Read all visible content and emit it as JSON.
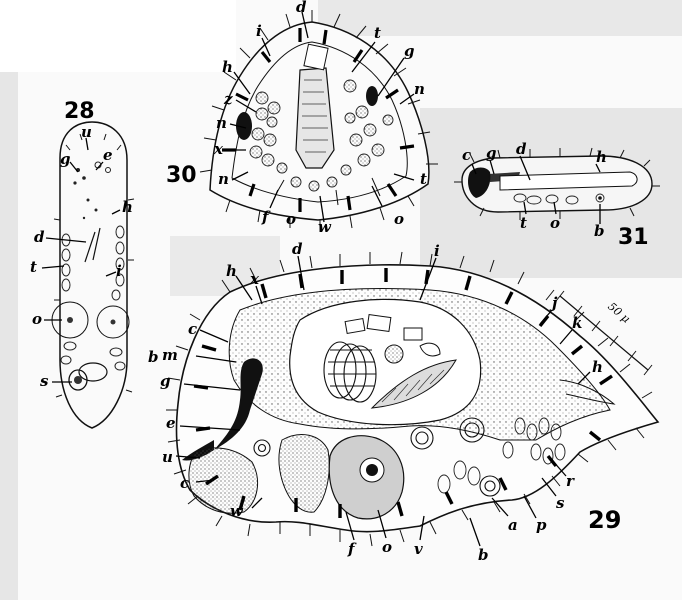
{
  "figures": {
    "f28": {
      "number": "28",
      "labels": [
        "u",
        "e",
        "g",
        "h",
        "d",
        "t",
        "i",
        "o",
        "s"
      ]
    },
    "f29": {
      "number": "29",
      "labels": [
        "d",
        "i",
        "x",
        "h",
        "j",
        "k",
        "h",
        "c",
        "b",
        "m",
        "g",
        "e",
        "u",
        "c",
        "w",
        "f",
        "o",
        "v",
        "b",
        "a",
        "p",
        "s",
        "r"
      ]
    },
    "f30": {
      "number": "30",
      "labels": [
        "d",
        "i",
        "t",
        "g",
        "h",
        "z",
        "n",
        "n",
        "x",
        "n",
        "t",
        "f",
        "o",
        "w",
        "o"
      ]
    },
    "f31": {
      "number": "31",
      "labels": [
        "c",
        "g",
        "d",
        "h",
        "t",
        "o",
        "b"
      ]
    }
  },
  "scale_bar": {
    "label": "50 μ"
  },
  "colors": {
    "ink": "#111111",
    "paper": "#fafafa",
    "shade": "#c8c8c8"
  }
}
